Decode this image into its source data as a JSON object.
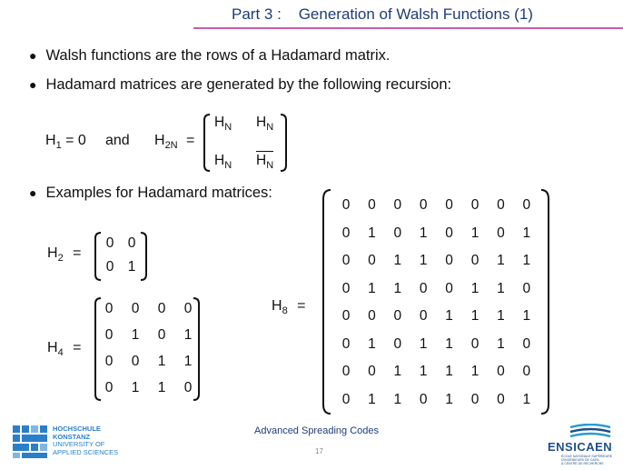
{
  "slide": {
    "title": "Part 3 :    Generation of Walsh Functions (1)",
    "bullets": [
      "Walsh functions are the rows of a Hadamard matrix.",
      "Hadamard matrices are generated by the following recursion:",
      "Examples for Hadamard matrices:"
    ],
    "recursion": {
      "h1_label": "H",
      "h1_sub": "1",
      "h1_rest": " = 0",
      "and_word": "and",
      "h2n_label": "H",
      "h2n_sub": "2N",
      "equals": "=",
      "block_label": "H",
      "block_sub": "N"
    },
    "matrices": {
      "h2": {
        "label": "H",
        "sub": "2",
        "equals": "=",
        "rows": [
          [
            "0",
            "0"
          ],
          [
            "0",
            "1"
          ]
        ]
      },
      "h4": {
        "label": "H",
        "sub": "4",
        "equals": "=",
        "rows": [
          [
            "0",
            "0",
            "0",
            "0"
          ],
          [
            "0",
            "1",
            "0",
            "1"
          ],
          [
            "0",
            "0",
            "1",
            "1"
          ],
          [
            "0",
            "1",
            "1",
            "0"
          ]
        ]
      },
      "h8": {
        "label": "H",
        "sub": "8",
        "equals": "=",
        "rows": [
          [
            "0",
            "0",
            "0",
            "0",
            "0",
            "0",
            "0",
            "0"
          ],
          [
            "0",
            "1",
            "0",
            "1",
            "0",
            "1",
            "0",
            "1"
          ],
          [
            "0",
            "0",
            "1",
            "1",
            "0",
            "0",
            "1",
            "1"
          ],
          [
            "0",
            "1",
            "1",
            "0",
            "0",
            "1",
            "1",
            "0"
          ],
          [
            "0",
            "0",
            "0",
            "0",
            "1",
            "1",
            "1",
            "1"
          ],
          [
            "0",
            "1",
            "0",
            "1",
            "1",
            "0",
            "1",
            "0"
          ],
          [
            "0",
            "0",
            "1",
            "1",
            "1",
            "1",
            "0",
            "0"
          ],
          [
            "0",
            "1",
            "1",
            "0",
            "1",
            "0",
            "0",
            "1"
          ]
        ]
      }
    },
    "footer": {
      "center": "Advanced Spreading Codes",
      "page_number": "17",
      "left_logo_lines": [
        "HOCHSCHULE",
        "KONSTANZ",
        "UNIVERSITY OF",
        "APPLIED SCIENCES"
      ],
      "right_logo_name": "ENSICAEN",
      "right_logo_sub": [
        "ÉCOLE NATIONALE SUPÉRIEURE D'INGÉNIEURS DE CAEN",
        "& CENTRE DE RECHERCHE"
      ]
    },
    "colors": {
      "title": "#1f3c78",
      "rule": "#c65ca8",
      "logo_blue": "#2a7fc9",
      "ensi_blue": "#1d4f8a"
    }
  }
}
